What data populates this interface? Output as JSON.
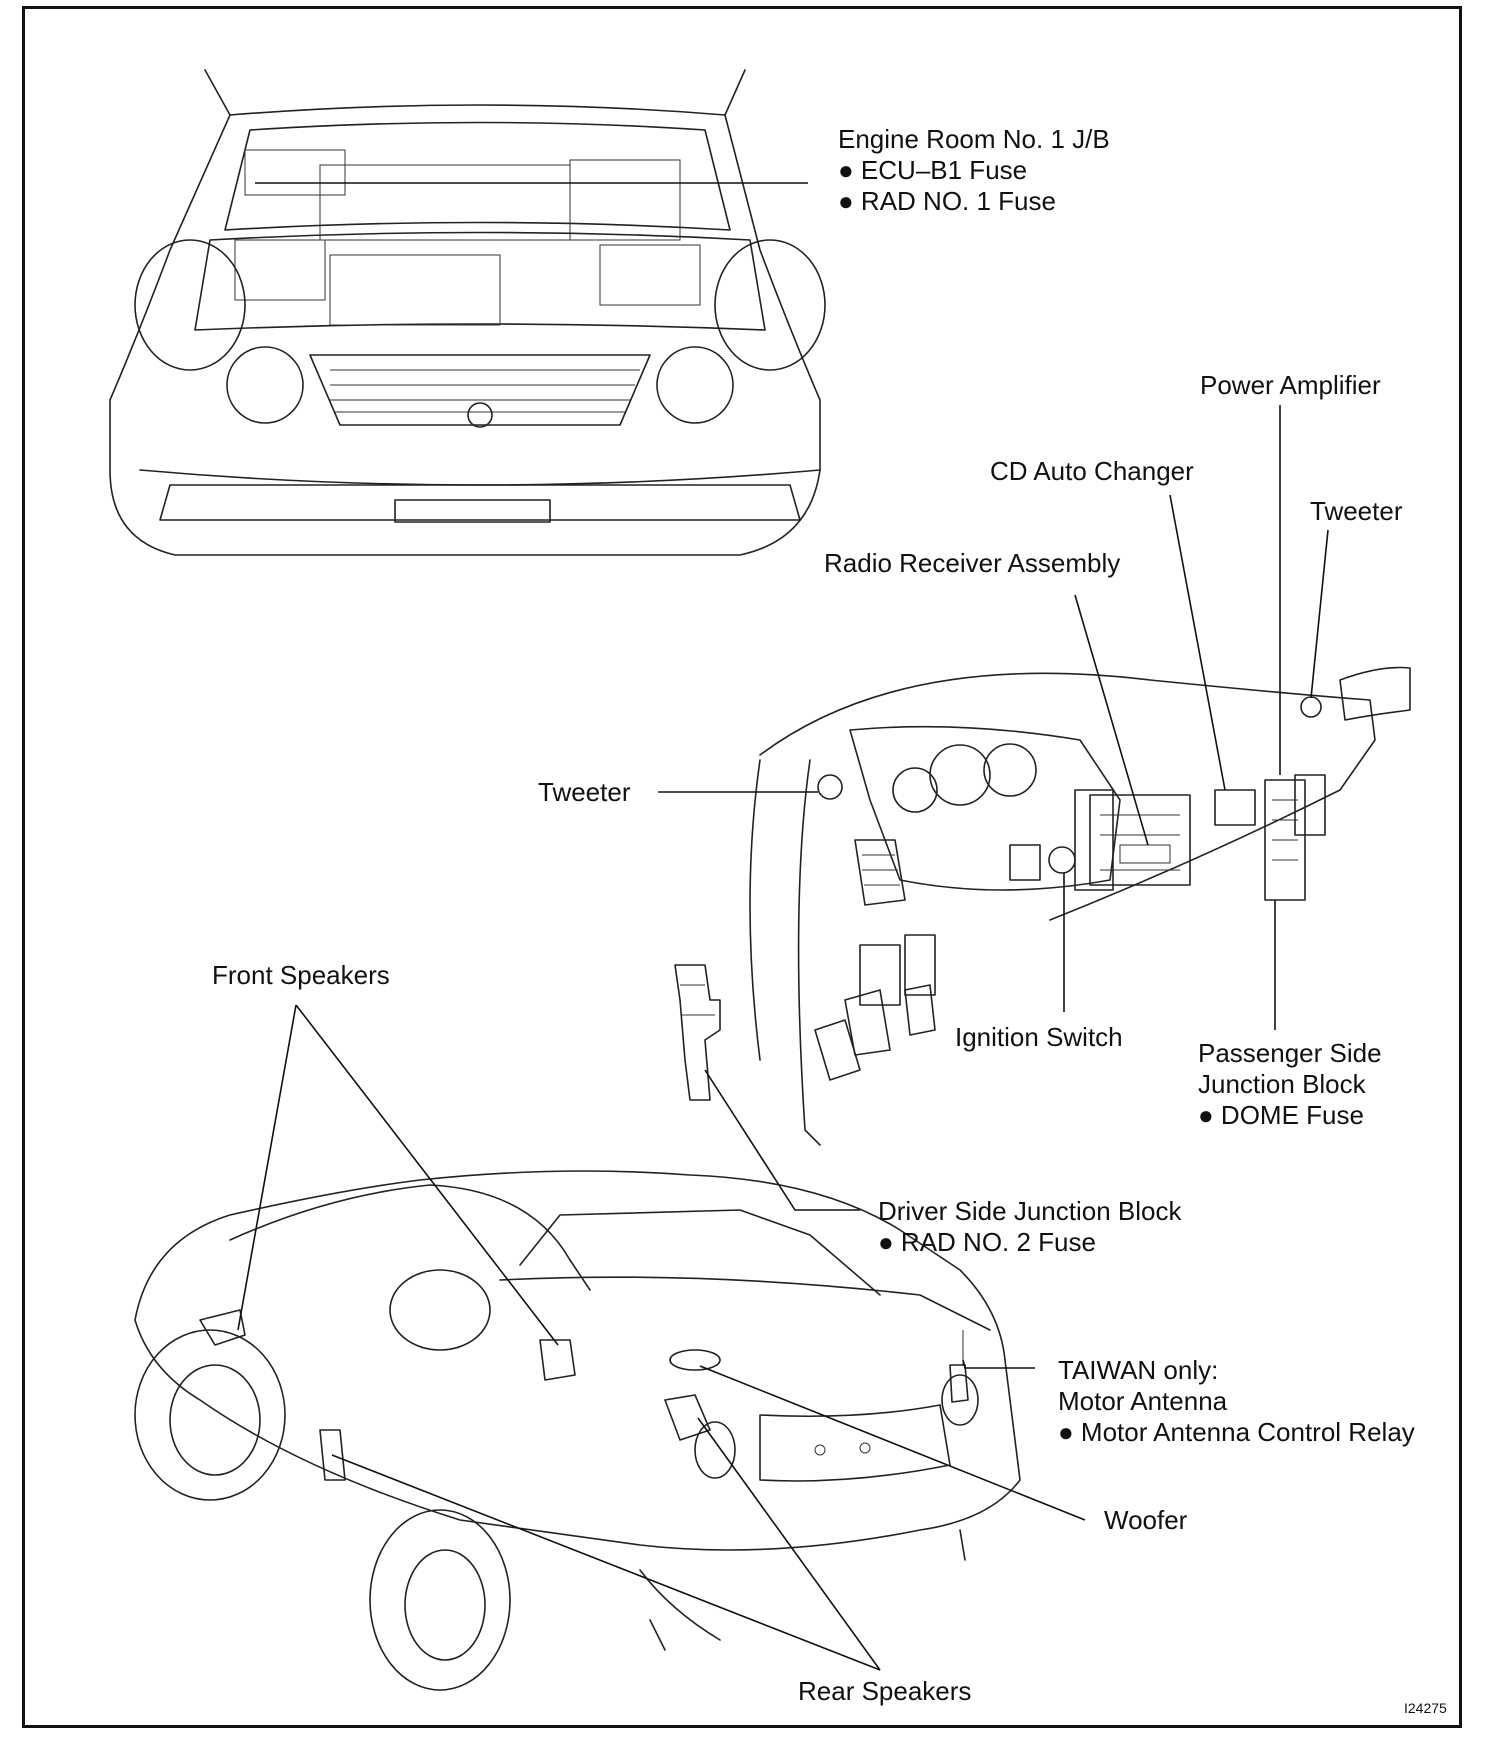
{
  "figure_id": "I24275",
  "labels": {
    "engine_room": [
      "Engine Room No. 1 J/B",
      "● ECU–B1 Fuse",
      "● RAD NO. 1 Fuse"
    ],
    "power_amplifier": "Power Amplifier",
    "cd_auto_changer": "CD Auto Changer",
    "tweeter_right": "Tweeter",
    "radio_receiver": "Radio Receiver Assembly",
    "tweeter_left": "Tweeter",
    "front_speakers": "Front Speakers",
    "ignition_switch": "Ignition Switch",
    "passenger_jb": [
      "Passenger Side",
      "Junction Block",
      "● DOME Fuse"
    ],
    "driver_jb": [
      "Driver Side Junction Block",
      "● RAD NO. 2 Fuse"
    ],
    "motor_antenna": [
      "TAIWAN only:",
      "Motor Antenna",
      "● Motor Antenna Control Relay"
    ],
    "woofer": "Woofer",
    "rear_speakers": "Rear Speakers"
  }
}
